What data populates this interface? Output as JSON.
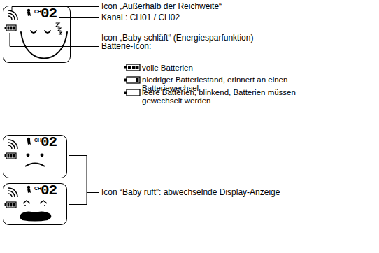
{
  "diagram": {
    "nodes": [
      {
        "text": [
          "CH",
          "02"
        ]
      },
      {
        "text": [
          "CH",
          "02"
        ]
      },
      {
        "text": [
          "CH",
          "02"
        ]
      }
    ],
    "labels": [
      "Icon „Außerhalb der Reichweite“",
      "Kanal : CH01 / CH02",
      "Icon „Baby schläft“ (Energiesparfunktion)",
      "Batterie-Icon:",
      "Icon “Baby ruft”: abwechselnde Display-Anzeige"
    ],
    "legend": [
      {
        "text": "volle Batterien"
      },
      {
        "text": "niedriger Batteriestand, erinnert an einen Batteriewechsel"
      },
      {
        "text": "leere Batterien, blinkend, Batterien müssen gewechselt werden"
      }
    ]
  }
}
